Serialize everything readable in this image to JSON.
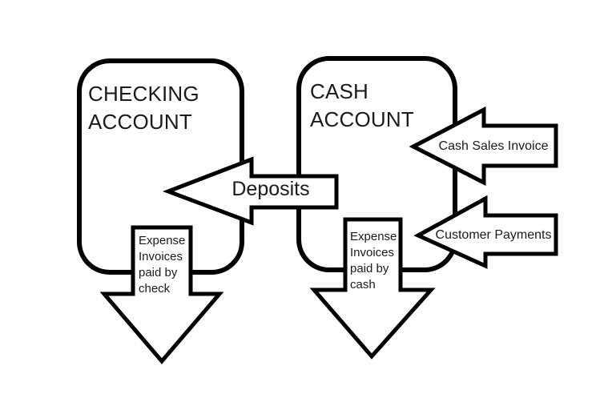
{
  "diagram": {
    "colors": {
      "background": "#ffffff",
      "line": "#000000",
      "shape_fill": "#ffffff",
      "text": "#1a1a1a"
    },
    "boxes": [
      {
        "name": "checking-account",
        "lines": [
          "CHECKING",
          "ACCOUNT"
        ]
      },
      {
        "name": "cash-account",
        "lines": [
          "CASH",
          "ACCOUNT"
        ]
      }
    ],
    "arrows": [
      {
        "name": "deposits",
        "label": "Deposits",
        "direction": "left",
        "from": "cash-account",
        "to": "checking-account"
      },
      {
        "name": "cash-sales-invoice",
        "label": "Cash Sales Invoice",
        "direction": "left",
        "to": "cash-account"
      },
      {
        "name": "customer-payments",
        "label": "Customer Payments",
        "direction": "left",
        "to": "cash-account"
      },
      {
        "name": "expense-invoices-paid-by-check",
        "lines": [
          "Expense",
          "Invoices",
          "paid by",
          "check"
        ],
        "direction": "down",
        "from": "checking-account"
      },
      {
        "name": "expense-invoices-paid-by-cash",
        "lines": [
          "Expense",
          "Invoices",
          "paid by",
          "cash"
        ],
        "direction": "down",
        "from": "cash-account"
      }
    ]
  }
}
